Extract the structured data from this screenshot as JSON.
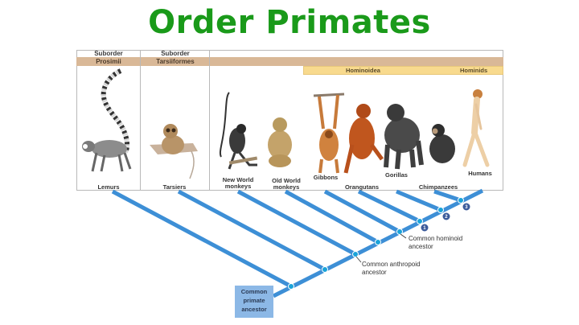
{
  "title": "Order Primates",
  "header": {
    "suborders": [
      {
        "heading": "Suborder",
        "name": "Prosimii"
      },
      {
        "heading": "Suborder",
        "name": "Tarsiiformes"
      }
    ],
    "superfamily": "Hominoidea",
    "family": "Hominids"
  },
  "animals": [
    {
      "label": "Lemurs"
    },
    {
      "label": "Tarsiers"
    },
    {
      "label_line1": "New World",
      "label_line2": "monkeys"
    },
    {
      "label_line1": "Old World",
      "label_line2": "monkeys"
    },
    {
      "label": "Gibbons"
    },
    {
      "label": "Orangutans"
    },
    {
      "label": "Gorillas"
    },
    {
      "label": "Chimpanzees"
    },
    {
      "label": "Humans"
    }
  ],
  "tree": {
    "branch_color": "#3d8fd6",
    "node_color": "#1aa3d9",
    "annotations": {
      "hominoid_line1": "Common hominoid",
      "hominoid_line2": "ancestor",
      "anthropoid_line1": "Common anthropoid",
      "anthropoid_line2": "ancestor"
    },
    "root_line1": "Common",
    "root_line2": "primate",
    "root_line3": "ancestor",
    "markers": [
      "1",
      "2",
      "3"
    ]
  },
  "colors": {
    "title": "#1a9a1a",
    "suborder_band": "#d9b897",
    "hominoid_band": "#f8da8e",
    "root_box": "#8cb8e6"
  }
}
